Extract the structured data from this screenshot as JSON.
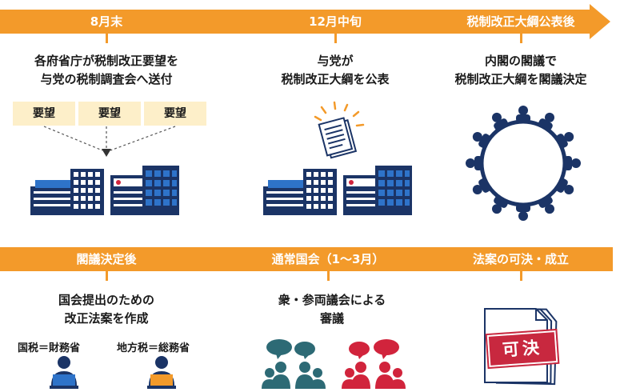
{
  "timeline_top": {
    "stages": [
      {
        "label": "8月末"
      },
      {
        "label": "12月中旬"
      },
      {
        "label": "税制改正大綱公表後"
      }
    ]
  },
  "timeline_bottom": {
    "stages": [
      {
        "label": "閣議決定後"
      },
      {
        "label": "通常国会（1～3月）"
      },
      {
        "label": "法案の可決・成立"
      }
    ]
  },
  "top": {
    "col1": {
      "line1": "各府省庁が税制改正要望を",
      "line2": "与党の税制調査会へ送付",
      "tags": [
        "要望",
        "要望",
        "要望"
      ]
    },
    "col2": {
      "line1": "与党が",
      "line2": "税制改正大綱を公表"
    },
    "col3": {
      "line1": "内閣の閣議で",
      "line2": "税制改正大綱を閣議決定"
    }
  },
  "bottom": {
    "col1": {
      "line1": "国会提出のための",
      "line2": "改正法案を作成",
      "left_label": "国税＝財務省",
      "right_label": "地方税＝総務省"
    },
    "col2": {
      "line1": "衆・参両議会による",
      "line2": "審議"
    },
    "col3": {
      "stamp": "可決"
    }
  },
  "colors": {
    "accent": "#f39a2a",
    "navy": "#1b3466",
    "blue": "#2e73c9",
    "teal": "#2d6a75",
    "red": "#d1243c",
    "tag_bg": "#fdefc9",
    "stamp": "#c8283f"
  }
}
